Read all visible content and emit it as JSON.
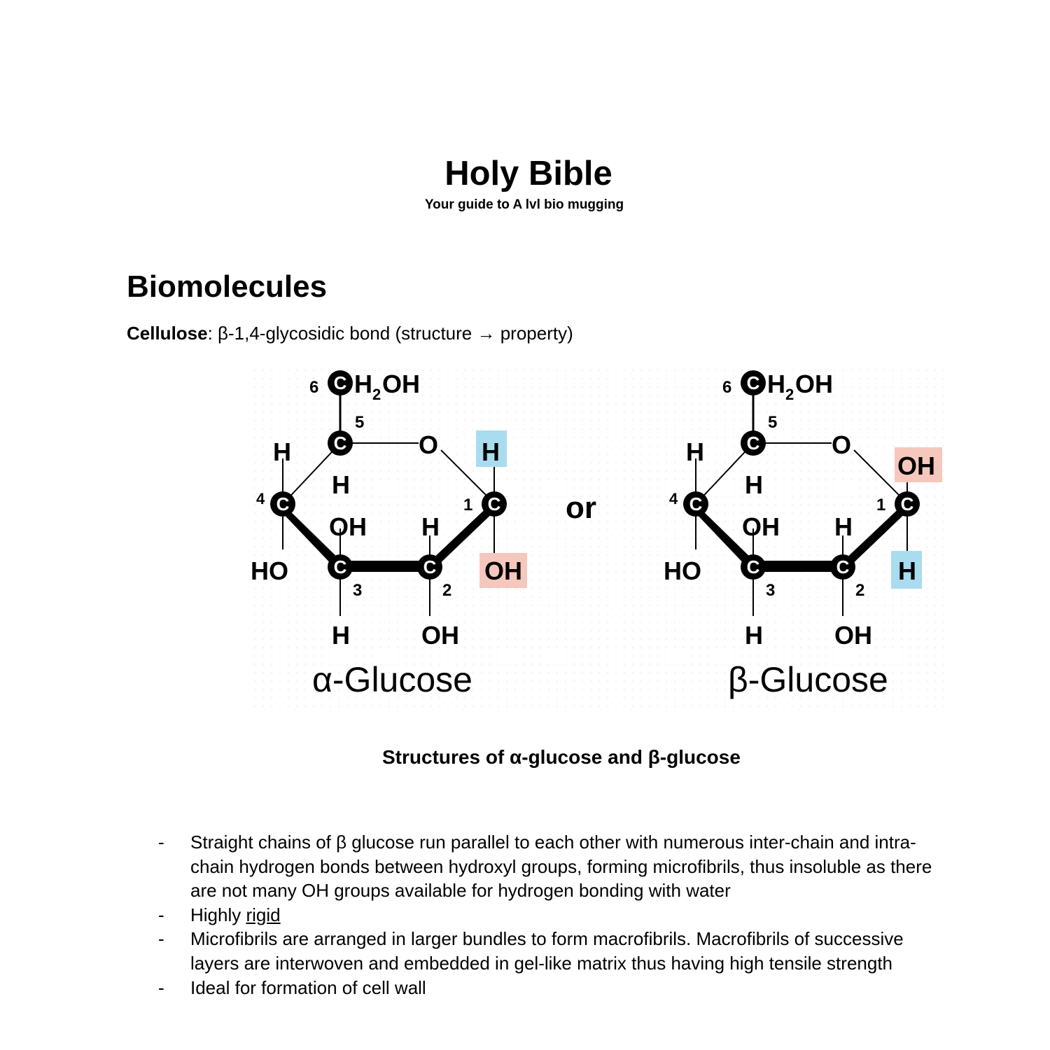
{
  "document": {
    "title": "Holy Bible",
    "subtitle": "Your guide to A lvl bio mugging",
    "section_heading": "Biomolecules",
    "intro": {
      "term": "Cellulose",
      "text": ": β-1,4-glycosidic bond (structure → property)"
    },
    "figure": {
      "alpha_label": "α-Glucose",
      "beta_label": "β-Glucose",
      "connector": "or",
      "caption": "Structures of α-glucose and β-glucose",
      "atoms": {
        "ch2oh_prefix": "6",
        "ch2oh_rest": "H",
        "ch2oh_sub": "2",
        "ch2oh_end": "OH",
        "ring_o": "O",
        "h": "H",
        "oh": "OH",
        "ho": "HO",
        "c": "C",
        "n1": "1",
        "n2": "2",
        "n3": "3",
        "n4": "4",
        "n5": "5"
      },
      "colors": {
        "h_highlight": "#a9dcee",
        "oh_highlight": "#f6c7bd"
      }
    },
    "bullets": [
      {
        "dash": "-",
        "text": "Straight chains of β glucose run parallel to each other with numerous inter-chain and intra-chain hydrogen bonds between hydroxyl groups, forming microfibrils, thus insoluble as there are not many OH groups available for hydrogen bonding with water"
      },
      {
        "dash": "-",
        "text_before": "Highly ",
        "underlined": "rigid"
      },
      {
        "dash": "-",
        "text": "Microfibrils are arranged in larger bundles to form macrofibrils. Macrofibrils of successive layers are interwoven and embedded in gel-like matrix thus having high tensile strength"
      },
      {
        "dash": "-",
        "text": "Ideal for formation of cell wall"
      }
    ]
  }
}
